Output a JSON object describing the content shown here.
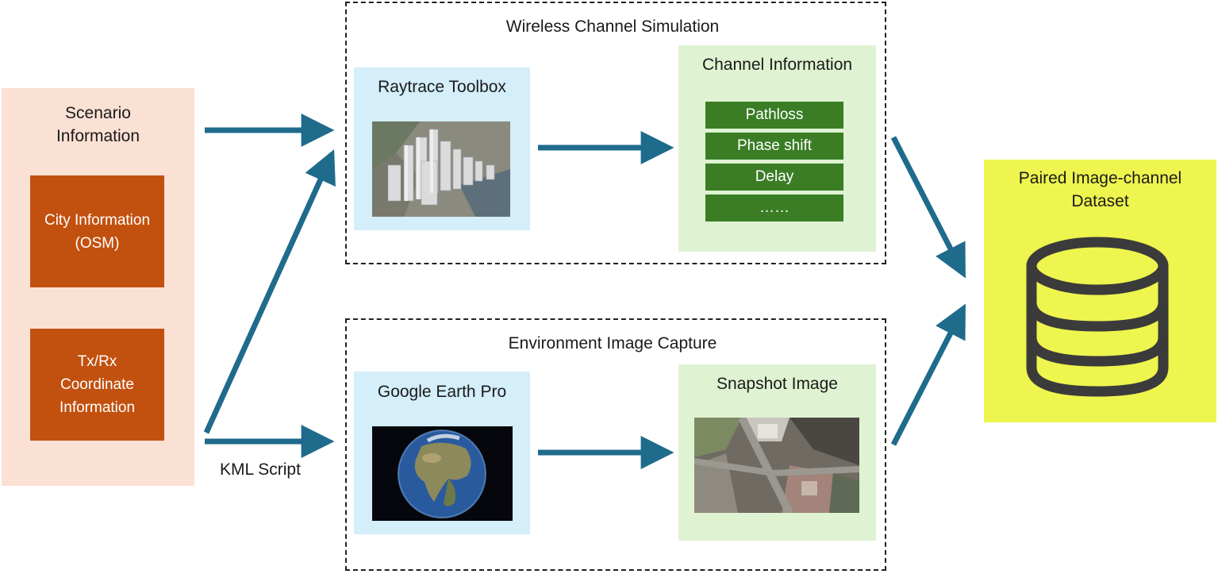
{
  "scenario": {
    "title": "Scenario\nInformation",
    "city": "City Information\n(OSM)",
    "coords": "Tx/Rx\nCoordinate\nInformation"
  },
  "kml_label": "KML Script",
  "simulation": {
    "title": "Wireless Channel Simulation",
    "raytrace": "Raytrace Toolbox",
    "channel_info": "Channel Information",
    "channel_items": [
      "Pathloss",
      "Phase shift",
      "Delay",
      "……"
    ]
  },
  "capture": {
    "title": "Environment Image Capture",
    "google_earth": "Google Earth Pro",
    "snapshot": "Snapshot Image"
  },
  "dataset": {
    "title": "Paired Image-channel\nDataset",
    "icon": "database-icon"
  },
  "colors": {
    "arrow": "#1f6b8c",
    "scenario_bg": "#fbe0d4",
    "scenario_box": "#c2510f",
    "tool_bg": "#d4eefa",
    "output_bg": "#dff3d2",
    "channel_bar": "#3a7d25",
    "dataset_bg": "#eef54e"
  }
}
